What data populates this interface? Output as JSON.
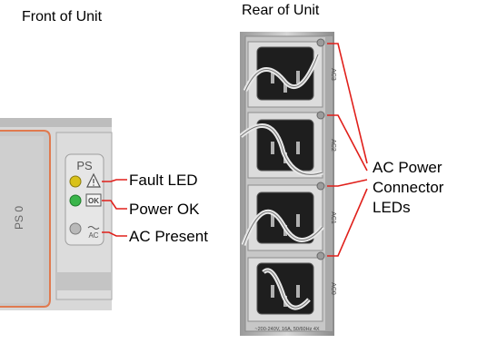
{
  "headings": {
    "front": "Front of Unit",
    "rear": "Rear of Unit"
  },
  "front_panel": {
    "module_label": "PS 0",
    "badge_text": "PS",
    "ok_icon_text": "OK",
    "ac_icon_text": "AC"
  },
  "callouts": {
    "fault_led": "Fault LED",
    "power_ok": "Power OK",
    "ac_present": "AC Present",
    "ac_connector_leds": [
      "AC Power",
      "Connector",
      "LEDs"
    ]
  },
  "rear_panel": {
    "slot_labels": [
      "AC3",
      "AC2",
      "AC1",
      "AC0"
    ],
    "rating_text": "~200-240V, 16A, 50/60Hz 4X"
  },
  "colors": {
    "callout_line": "#e0201b",
    "fault_led": "#d9c21a",
    "ok_led": "#39b54a",
    "ac_led": "#b9b9b9",
    "panel_gray": "#cfcfcf",
    "accent_orange": "#e07a4f"
  }
}
